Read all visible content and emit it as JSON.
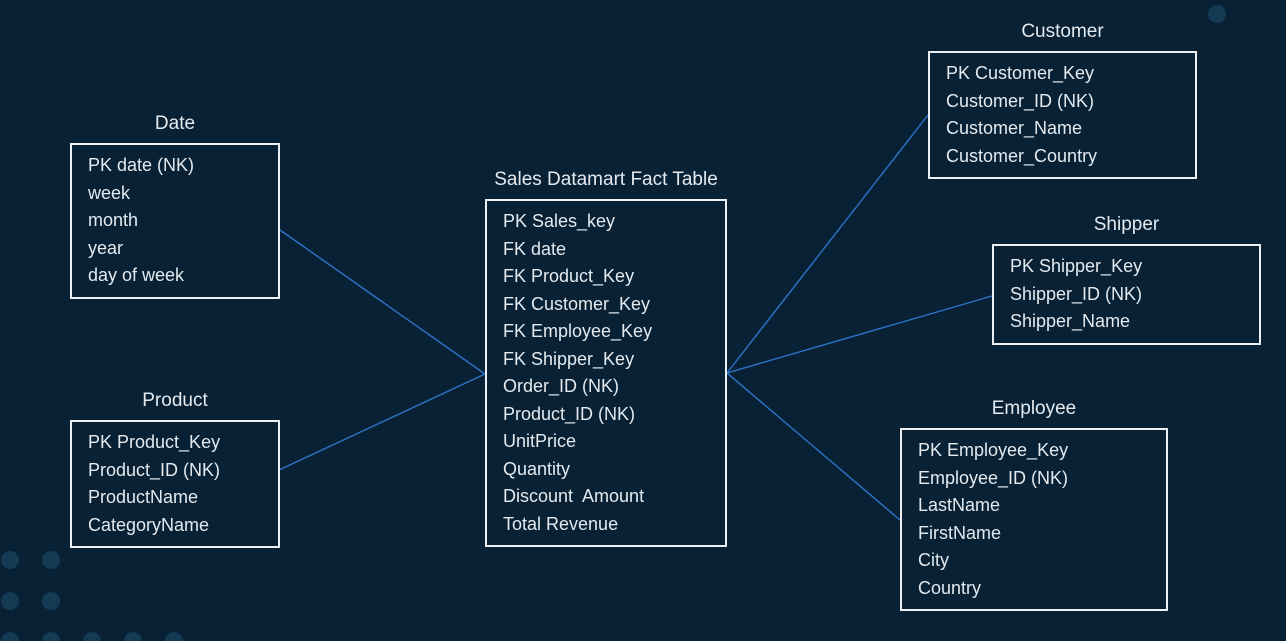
{
  "diagram": {
    "kind": "star-schema entity diagram",
    "entities": [
      {
        "id": "date",
        "title": "Date",
        "rows": [
          "PK date (NK)",
          "week",
          "month",
          "year",
          "day of week"
        ]
      },
      {
        "id": "product",
        "title": "Product",
        "rows": [
          "PK Product_Key",
          "Product_ID (NK)",
          "ProductName",
          "CategoryName"
        ]
      },
      {
        "id": "fact",
        "title": "Sales Datamart Fact Table",
        "rows": [
          "PK Sales_key",
          "FK date",
          "FK Product_Key",
          "FK Customer_Key",
          "FK Employee_Key",
          "FK Shipper_Key",
          "Order_ID (NK)",
          "Product_ID (NK)",
          "UnitPrice",
          "Quantity",
          "Discount  Amount",
          "Total Revenue"
        ]
      },
      {
        "id": "customer",
        "title": "Customer",
        "rows": [
          "PK Customer_Key",
          "Customer_ID (NK)",
          "Customer_Name",
          "Customer_Country"
        ]
      },
      {
        "id": "shipper",
        "title": "Shipper",
        "rows": [
          "PK Shipper_Key",
          "Shipper_ID (NK)",
          "Shipper_Name"
        ]
      },
      {
        "id": "employee",
        "title": "Employee",
        "rows": [
          "PK Employee_Key",
          "Employee_ID (NK)",
          "LastName",
          "FirstName",
          "City",
          "Country"
        ]
      }
    ],
    "connections": [
      {
        "from": "Date",
        "to": "Sales Datamart Fact Table"
      },
      {
        "from": "Product",
        "to": "Sales Datamart Fact Table"
      },
      {
        "from": "Sales Datamart Fact Table",
        "to": "Customer"
      },
      {
        "from": "Sales Datamart Fact Table",
        "to": "Shipper"
      },
      {
        "from": "Sales Datamart Fact Table",
        "to": "Employee"
      }
    ]
  },
  "colors": {
    "background": "#082135",
    "connector": "#2e74c9",
    "box_border": "#edf0f3",
    "text": "#e4eaee",
    "decor_dot": "#153a54"
  }
}
